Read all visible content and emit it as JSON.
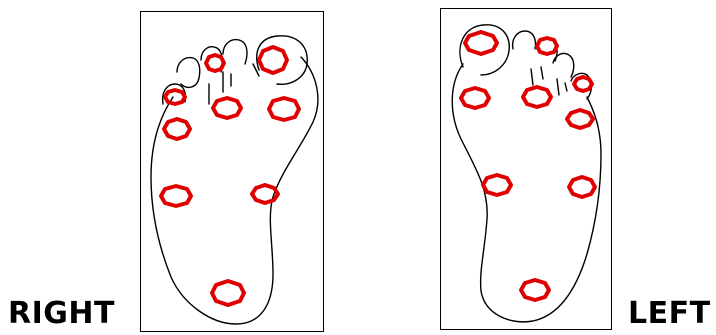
{
  "labels": {
    "right": "RIGHT",
    "left": "LEFT"
  },
  "colors": {
    "point_outline": "#e00000",
    "foot_outline": "#000000",
    "background": "#ffffff"
  },
  "feet": [
    {
      "id": "right",
      "pressure_point_count": 9
    },
    {
      "id": "left",
      "pressure_point_count": 9
    }
  ]
}
